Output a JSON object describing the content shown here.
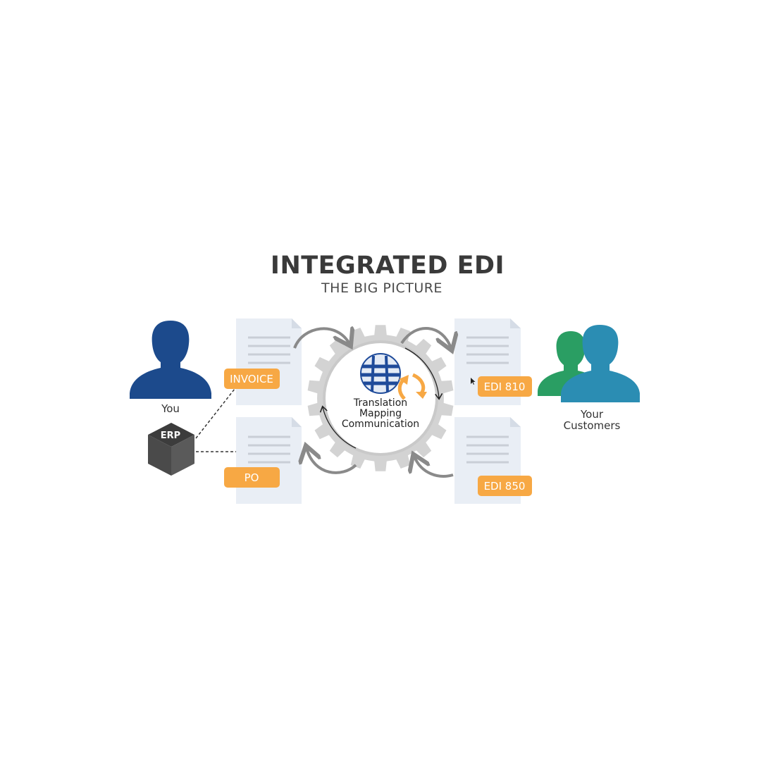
{
  "title": "INTEGRATED EDI",
  "subtitle": "THE BIG PICTURE",
  "you_label": "You",
  "erp_label": "ERP",
  "documents": {
    "invoice": "INVOICE",
    "po": "PO",
    "edi_810": "EDI 810",
    "edi_850": "EDI 850"
  },
  "gear_text": [
    "Translation",
    "Mapping",
    "Communication"
  ],
  "customers_label": [
    "Your",
    "Customers"
  ],
  "colors": {
    "you": "#1c4a8c",
    "customer_front": "#2b8db3",
    "customer_back": "#2a9e63",
    "tag": "#f7a844",
    "gear": "#d3d3d3",
    "arrow": "#8a8a8a",
    "erp_box": "#4a4a4a",
    "document": "#e9eef5"
  },
  "icons": [
    "person-icon",
    "customers-icon",
    "erp-box-icon",
    "gear-icon",
    "globe-icon",
    "sync-arrows-icon"
  ]
}
